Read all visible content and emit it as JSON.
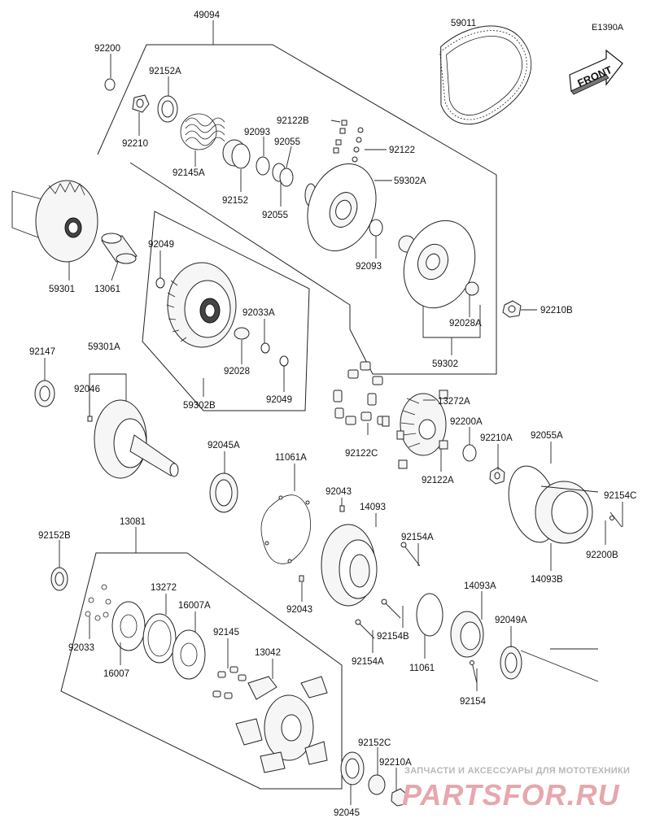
{
  "diagram_code": "E1390A",
  "front_label": "FRONT",
  "parts": {
    "p49094": "49094",
    "p59011": "59011",
    "p92200": "92200",
    "p92152A": "92152A",
    "p92210": "92210",
    "p92145A": "92145A",
    "p92122B": "92122B",
    "p92093a": "92093",
    "p92055a": "92055",
    "p92122": "92122",
    "p92152": "92152",
    "p92055b": "92055",
    "p59302A": "59302A",
    "p92093b": "92093",
    "p59301": "59301",
    "p13061": "13061",
    "p92049a": "92049",
    "p92033A": "92033A",
    "p92028": "92028",
    "p92049b": "92049",
    "p59302B": "59302B",
    "p92210B": "92210B",
    "p92028A": "92028A",
    "p59302": "59302",
    "p92147": "92147",
    "p59301A": "59301A",
    "p92046": "92046",
    "p13272A": "13272A",
    "p92200A": "92200A",
    "p92122C": "92122C",
    "p92122A": "92122A",
    "p92210A": "92210A",
    "p92055A": "92055A",
    "p92045A": "92045A",
    "p11061A": "11061A",
    "p92043a": "92043",
    "p14093": "14093",
    "p92154A": "92154A",
    "p92154C": "92154C",
    "p92200B": "92200B",
    "p14093B": "14093B",
    "p92152B": "92152B",
    "p13081": "13081",
    "p13272": "13272",
    "p16007A": "16007A",
    "p92145": "92145",
    "p13042": "13042",
    "p92033": "92033",
    "p16007": "16007",
    "p92043b": "92043",
    "p92154B": "92154B",
    "p92154Aa": "92154A",
    "p11061": "11061",
    "p14093A": "14093A",
    "p92049A": "92049A",
    "p92154": "92154",
    "p92152C": "92152C",
    "p92210Aa": "92210A",
    "p92045": "92045"
  },
  "watermark": {
    "line1": "ЗАПЧАСТИ И АКСЕССУАРЫ ДЛЯ МОТОТЕХНИКИ",
    "line2": "PARTSFOR.RU"
  }
}
